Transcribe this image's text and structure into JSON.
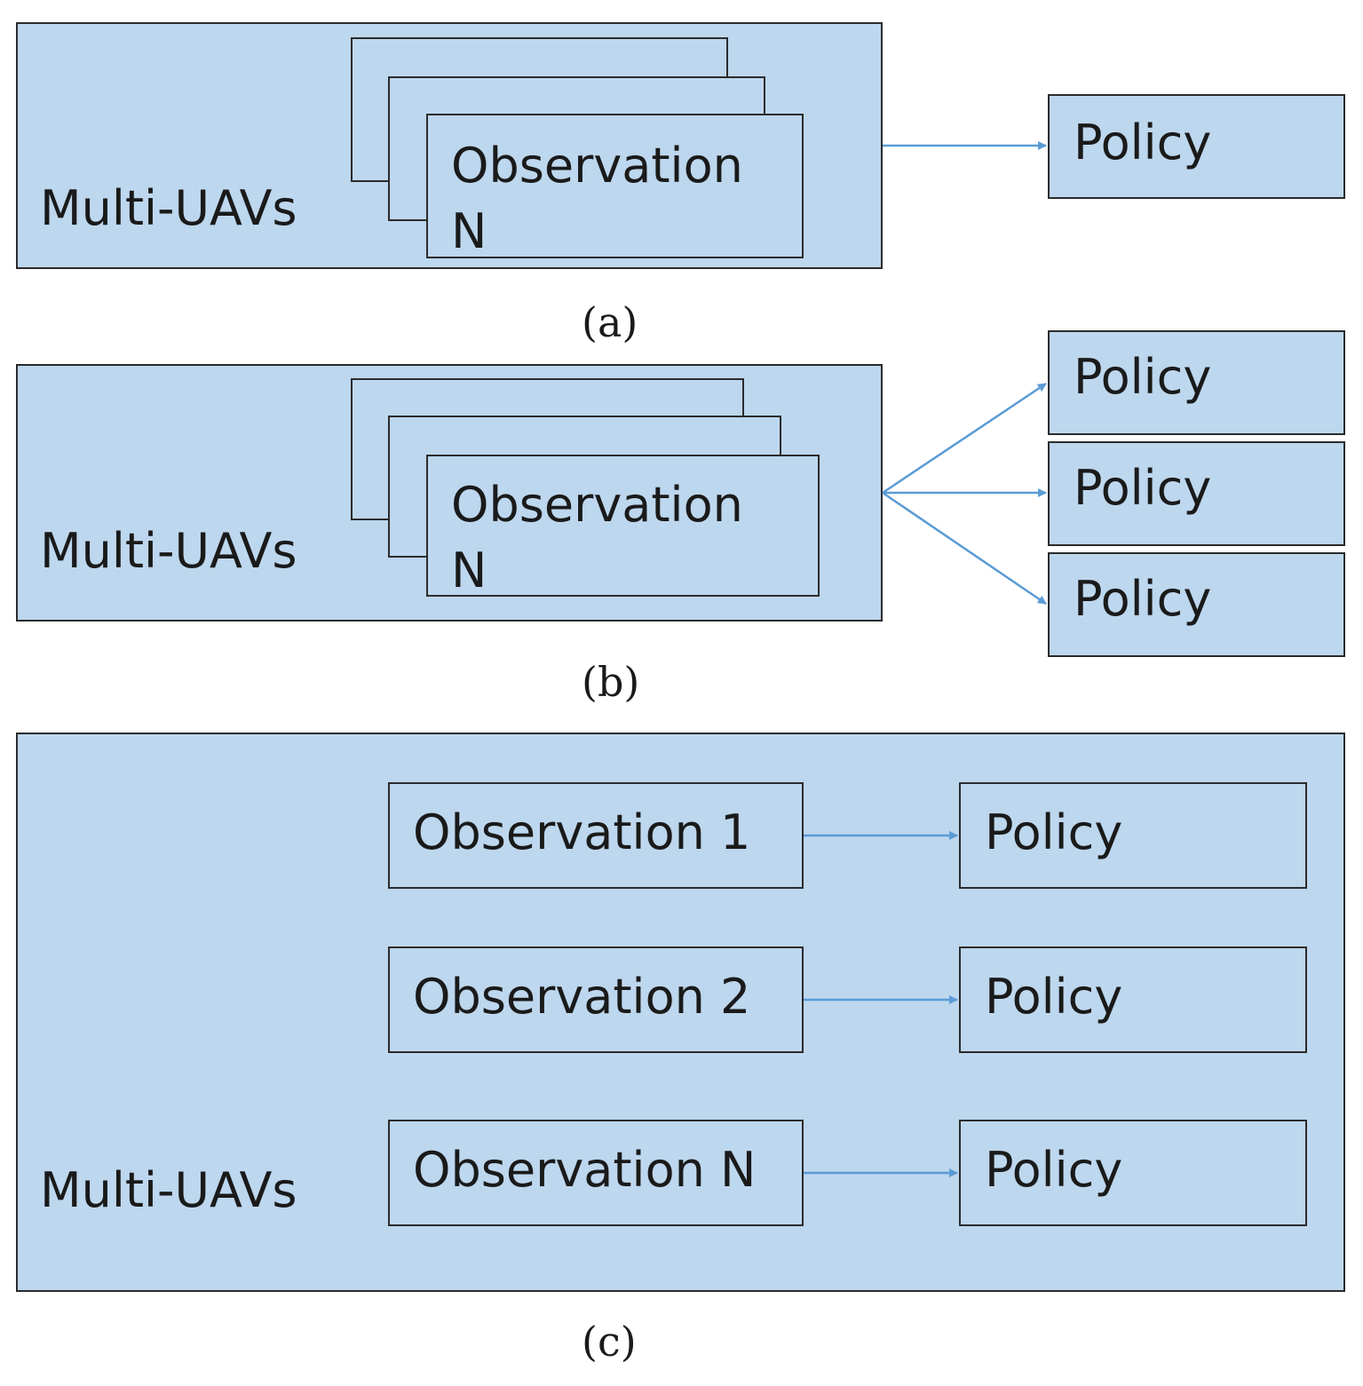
{
  "panel_a": {
    "group_label": "Multi-UAVs",
    "observation_label_line1": "Observation",
    "observation_label_line2": "N",
    "policy_label": "Policy",
    "caption": "(a)"
  },
  "panel_b": {
    "group_label": "Multi-UAVs",
    "observation_label_line1": "Observation",
    "observation_label_line2": "N",
    "policies": [
      "Policy",
      "Policy",
      "Policy"
    ],
    "caption": "(b)"
  },
  "panel_c": {
    "group_label": "Multi-UAVs",
    "rows": [
      {
        "observation": "Observation 1",
        "policy": "Policy"
      },
      {
        "observation": "Observation 2",
        "policy": "Policy"
      },
      {
        "observation": "Observation N",
        "policy": "Policy"
      }
    ],
    "caption": "(c)"
  },
  "colors": {
    "box_fill": "#bdd7ee",
    "border": "#2b2b2b",
    "arrow": "#5b9bd5"
  }
}
